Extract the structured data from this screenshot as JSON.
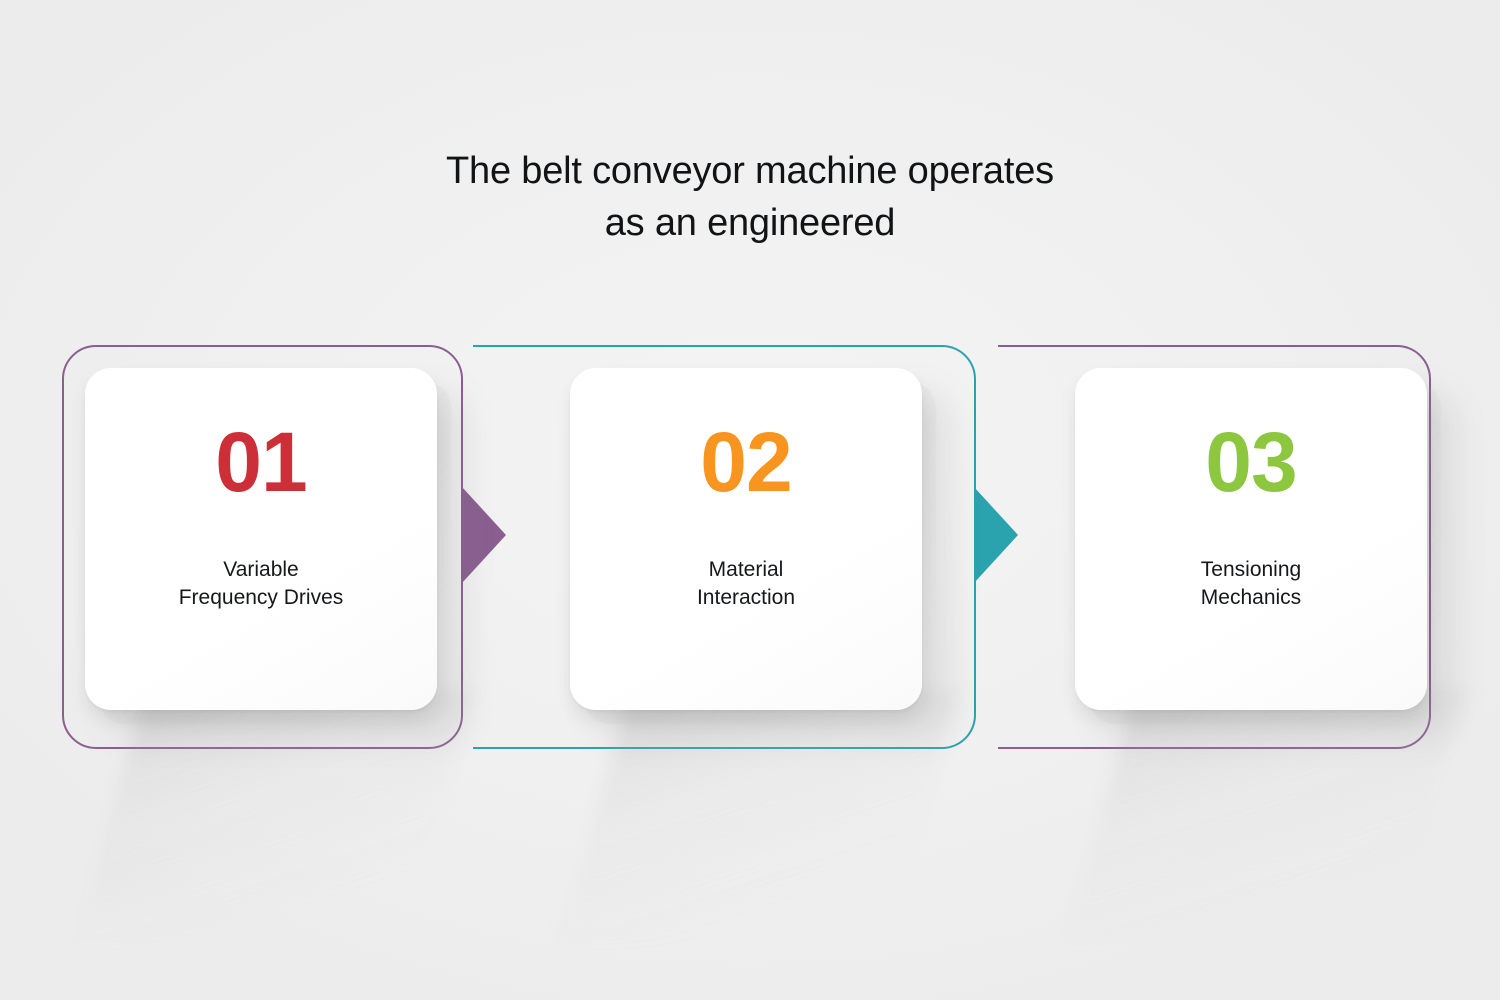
{
  "background_color": "#f0f0f0",
  "header": {
    "title_line1": "The belt conveyor machine operates",
    "title_line2": "as an engineered",
    "title_color": "#111315"
  },
  "steps": [
    {
      "number": "01",
      "number_color": "#cc2f37",
      "label_line1": "Variable",
      "label_line2": "Frequency Drives",
      "frame_color": "#8a5f90",
      "frame_style": "closed"
    },
    {
      "number": "02",
      "number_color": "#f89420",
      "label_line1": "Material",
      "label_line2": "Interaction",
      "frame_color": "#2ba3ae",
      "frame_style": "open-left"
    },
    {
      "number": "03",
      "number_color": "#8dc63f",
      "label_line1": "Tensioning",
      "label_line2": "Mechanics",
      "frame_color": "#8a5f90",
      "frame_style": "open-left"
    }
  ],
  "connectors": [
    {
      "name": "arrow-step1-to-step2",
      "color": "#8a5f90",
      "direction": "right"
    },
    {
      "name": "arrow-step2-to-step3",
      "color": "#2ba3ae",
      "direction": "right"
    }
  ]
}
